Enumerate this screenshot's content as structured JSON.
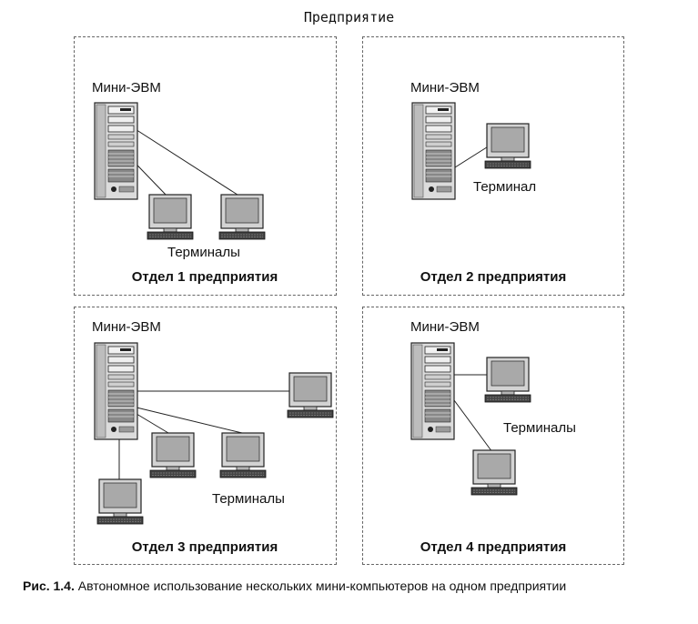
{
  "enterprise_label": "Предприятие",
  "departments": [
    {
      "title": "Отдел 1 предприятия",
      "server_label": "Мини-ЭВМ",
      "terminals_label": "Терминалы"
    },
    {
      "title": "Отдел 2 предприятия",
      "server_label": "Мини-ЭВМ",
      "terminals_label": "Терминал"
    },
    {
      "title": "Отдел 3 предприятия",
      "server_label": "Мини-ЭВМ",
      "terminals_label": "Терминалы"
    },
    {
      "title": "Отдел 4 предприятия",
      "server_label": "Мини-ЭВМ",
      "terminals_label": "Терминалы"
    }
  ],
  "caption": {
    "number": "Рис. 1.4.",
    "text": "Автономное использование нескольких мини-компьютеров на одном предприятии"
  }
}
